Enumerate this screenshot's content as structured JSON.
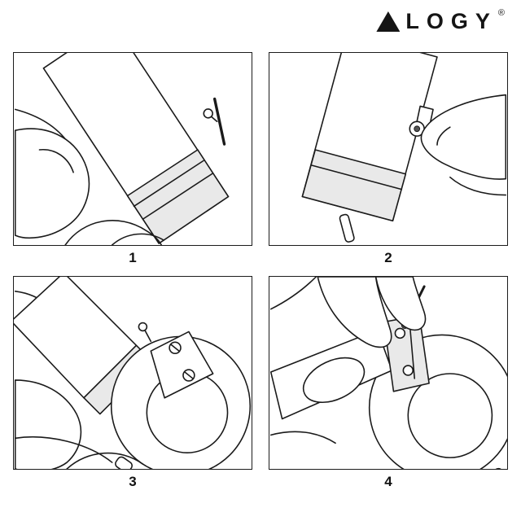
{
  "logo": {
    "letter_a": "A",
    "rest": "LOGY",
    "registered": "®"
  },
  "steps": [
    {
      "number": "1",
      "name": "hand-holding-strap-with-spring-bar"
    },
    {
      "number": "2",
      "name": "finger-pressing-spring-bar-pin"
    },
    {
      "number": "3",
      "name": "aligning-strap-with-watch-lug"
    },
    {
      "number": "4",
      "name": "pressing-pin-to-lock-strap"
    }
  ],
  "colors": {
    "line": "#1a1a1a",
    "shade": "#e9e9e9",
    "background": "#ffffff"
  }
}
